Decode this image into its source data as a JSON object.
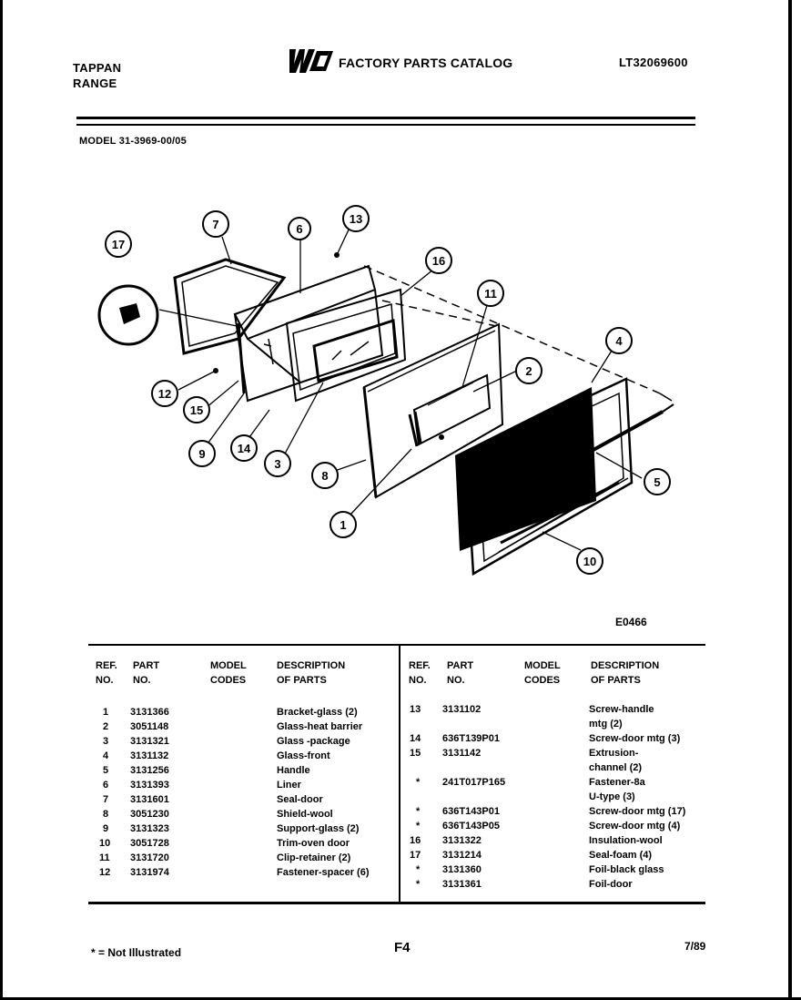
{
  "header": {
    "brand_line1": "TAPPAN",
    "brand_line2": "RANGE",
    "logo_text": "WCI",
    "title": "FACTORY PARTS CATALOG",
    "catalog_number": "LT32069600"
  },
  "model": "MODEL 31-3969-00/05",
  "figure_code": "E0466",
  "diagram_callouts": [
    "17",
    "7",
    "6",
    "13",
    "16",
    "11",
    "4",
    "2",
    "12",
    "15",
    "9",
    "14",
    "3",
    "8",
    "1",
    "5",
    "10"
  ],
  "table": {
    "headers_left": [
      "REF.\nNO.",
      "PART\nNO.",
      "MODEL\nCODES",
      "DESCRIPTION\nOF PARTS"
    ],
    "headers_right": [
      "REF.\nNO.",
      "PART\nNO.",
      "MODEL\nCODES",
      "DESCRIPTION\nOF PARTS"
    ],
    "left_rows": [
      {
        "ref": "1",
        "part": "3131366",
        "code": "",
        "desc": "Bracket-glass (2)"
      },
      {
        "ref": "2",
        "part": "3051148",
        "code": "",
        "desc": "Glass-heat barrier"
      },
      {
        "ref": "3",
        "part": "3131321",
        "code": "",
        "desc": "Glass -package"
      },
      {
        "ref": "4",
        "part": "3131132",
        "code": "",
        "desc": "Glass-front"
      },
      {
        "ref": "5",
        "part": "3131256",
        "code": "",
        "desc": "Handle"
      },
      {
        "ref": "6",
        "part": "3131393",
        "code": "",
        "desc": "Liner"
      },
      {
        "ref": "7",
        "part": "3131601",
        "code": "",
        "desc": "Seal-door"
      },
      {
        "ref": "8",
        "part": "3051230",
        "code": "",
        "desc": "Shield-wool"
      },
      {
        "ref": "9",
        "part": "3131323",
        "code": "",
        "desc": "Support-glass (2)"
      },
      {
        "ref": "10",
        "part": "3051728",
        "code": "",
        "desc": "Trim-oven door"
      },
      {
        "ref": "11",
        "part": "3131720",
        "code": "",
        "desc": "Clip-retainer (2)"
      },
      {
        "ref": "12",
        "part": "3131974",
        "code": "",
        "desc": "Fastener-spacer (6)"
      }
    ],
    "right_rows": [
      {
        "ref": "13",
        "part": "3131102",
        "code": "",
        "desc": "Screw-handle"
      },
      {
        "ref": "",
        "part": "",
        "code": "",
        "desc": "mtg (2)"
      },
      {
        "ref": "14",
        "part": "636T139P01",
        "code": "",
        "desc": "Screw-door mtg (3)"
      },
      {
        "ref": "15",
        "part": "3131142",
        "code": "",
        "desc": "Extrusion-"
      },
      {
        "ref": "",
        "part": "",
        "code": "",
        "desc": "channel (2)"
      },
      {
        "ref": "*",
        "part": "241T017P165",
        "code": "",
        "desc": "Fastener-8a"
      },
      {
        "ref": "",
        "part": "",
        "code": "",
        "desc": "U-type (3)"
      },
      {
        "ref": "*",
        "part": "636T143P01",
        "code": "",
        "desc": "Screw-door mtg (17)"
      },
      {
        "ref": "*",
        "part": "636T143P05",
        "code": "",
        "desc": "Screw-door mtg (4)"
      },
      {
        "ref": "16",
        "part": "3131322",
        "code": "",
        "desc": "Insulation-wool"
      },
      {
        "ref": "17",
        "part": "3131214",
        "code": "",
        "desc": "Seal-foam (4)"
      },
      {
        "ref": "*",
        "part": "3131360",
        "code": "",
        "desc": "Foil-black glass"
      },
      {
        "ref": "*",
        "part": "3131361",
        "code": "",
        "desc": "Foil-door"
      }
    ]
  },
  "footer": {
    "footnote": "* = Not Illustrated",
    "page": "F4",
    "date": "7/89"
  }
}
